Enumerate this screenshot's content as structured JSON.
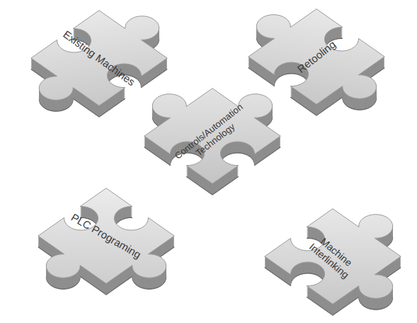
{
  "diagram": {
    "nodes": [
      {
        "text": [
          "Existing Machines"
        ]
      },
      {
        "text": [
          "Retooling"
        ]
      },
      {
        "text": [
          "Controls/Automation Technology"
        ]
      },
      {
        "text": [
          "PLC Programing"
        ]
      },
      {
        "text": [
          "Machine Interlinking"
        ]
      }
    ]
  }
}
